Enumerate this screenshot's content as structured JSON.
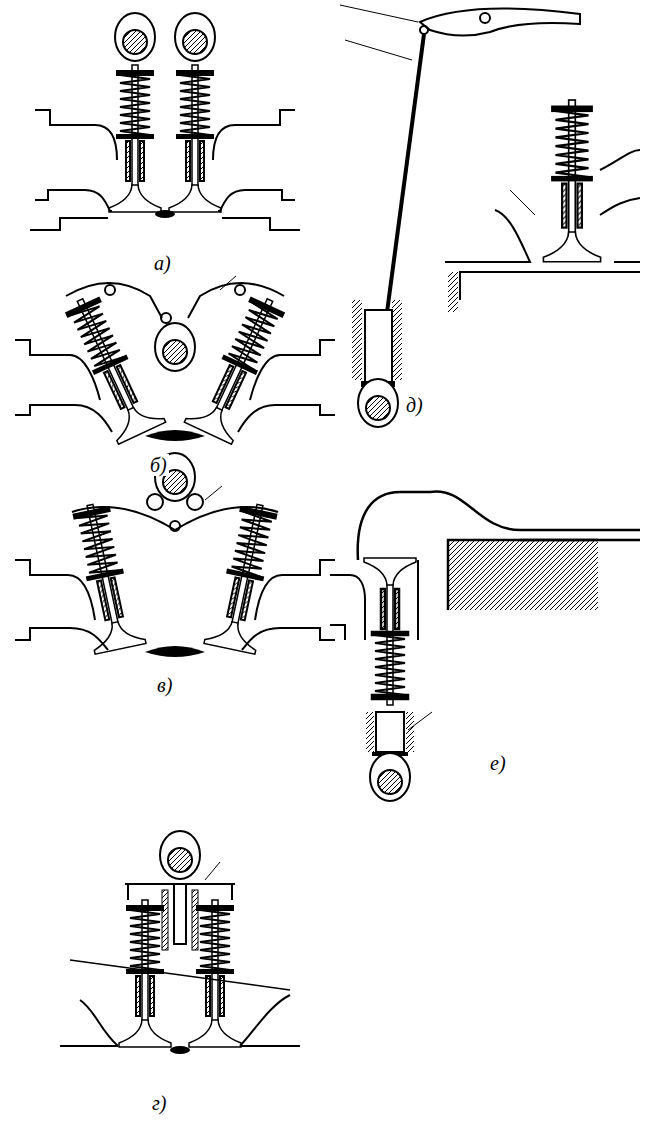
{
  "diagram": {
    "labels": [
      "а)",
      "б)",
      "в)",
      "г)",
      "д)",
      "е)"
    ]
  }
}
